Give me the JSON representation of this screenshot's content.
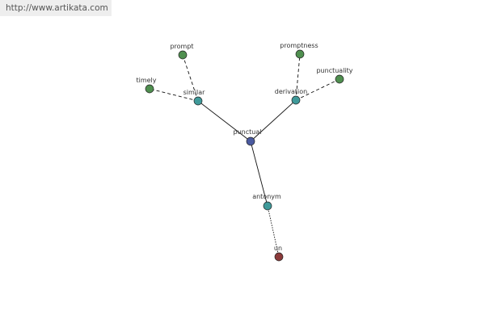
{
  "watermark": {
    "text": "http://www.artikata.com"
  },
  "colors": {
    "center": "#4a5aa0",
    "relation": "#3f9a9a",
    "word": "#4f8f4f",
    "antonym_word": "#8b3a3a"
  },
  "nodes": [
    {
      "id": "punctual",
      "label": "punctual",
      "kind": "center"
    },
    {
      "id": "similar",
      "label": "similar",
      "kind": "relation"
    },
    {
      "id": "derivation",
      "label": "derivation",
      "kind": "relation"
    },
    {
      "id": "antonym",
      "label": "antonym",
      "kind": "relation"
    },
    {
      "id": "prompt",
      "label": "prompt",
      "kind": "word"
    },
    {
      "id": "timely",
      "label": "timely",
      "kind": "word"
    },
    {
      "id": "promptness",
      "label": "promptness",
      "kind": "word"
    },
    {
      "id": "punctuality",
      "label": "punctuality",
      "kind": "word"
    },
    {
      "id": "un",
      "label": "un",
      "kind": "antonym_word"
    }
  ],
  "edges": [
    {
      "from": "punctual",
      "to": "similar",
      "style": "solid"
    },
    {
      "from": "punctual",
      "to": "derivation",
      "style": "solid"
    },
    {
      "from": "punctual",
      "to": "antonym",
      "style": "solid"
    },
    {
      "from": "similar",
      "to": "prompt",
      "style": "dashed"
    },
    {
      "from": "similar",
      "to": "timely",
      "style": "dashed"
    },
    {
      "from": "derivation",
      "to": "promptness",
      "style": "dashed"
    },
    {
      "from": "derivation",
      "to": "punctuality",
      "style": "dashed"
    },
    {
      "from": "antonym",
      "to": "un",
      "style": "dotted"
    }
  ]
}
